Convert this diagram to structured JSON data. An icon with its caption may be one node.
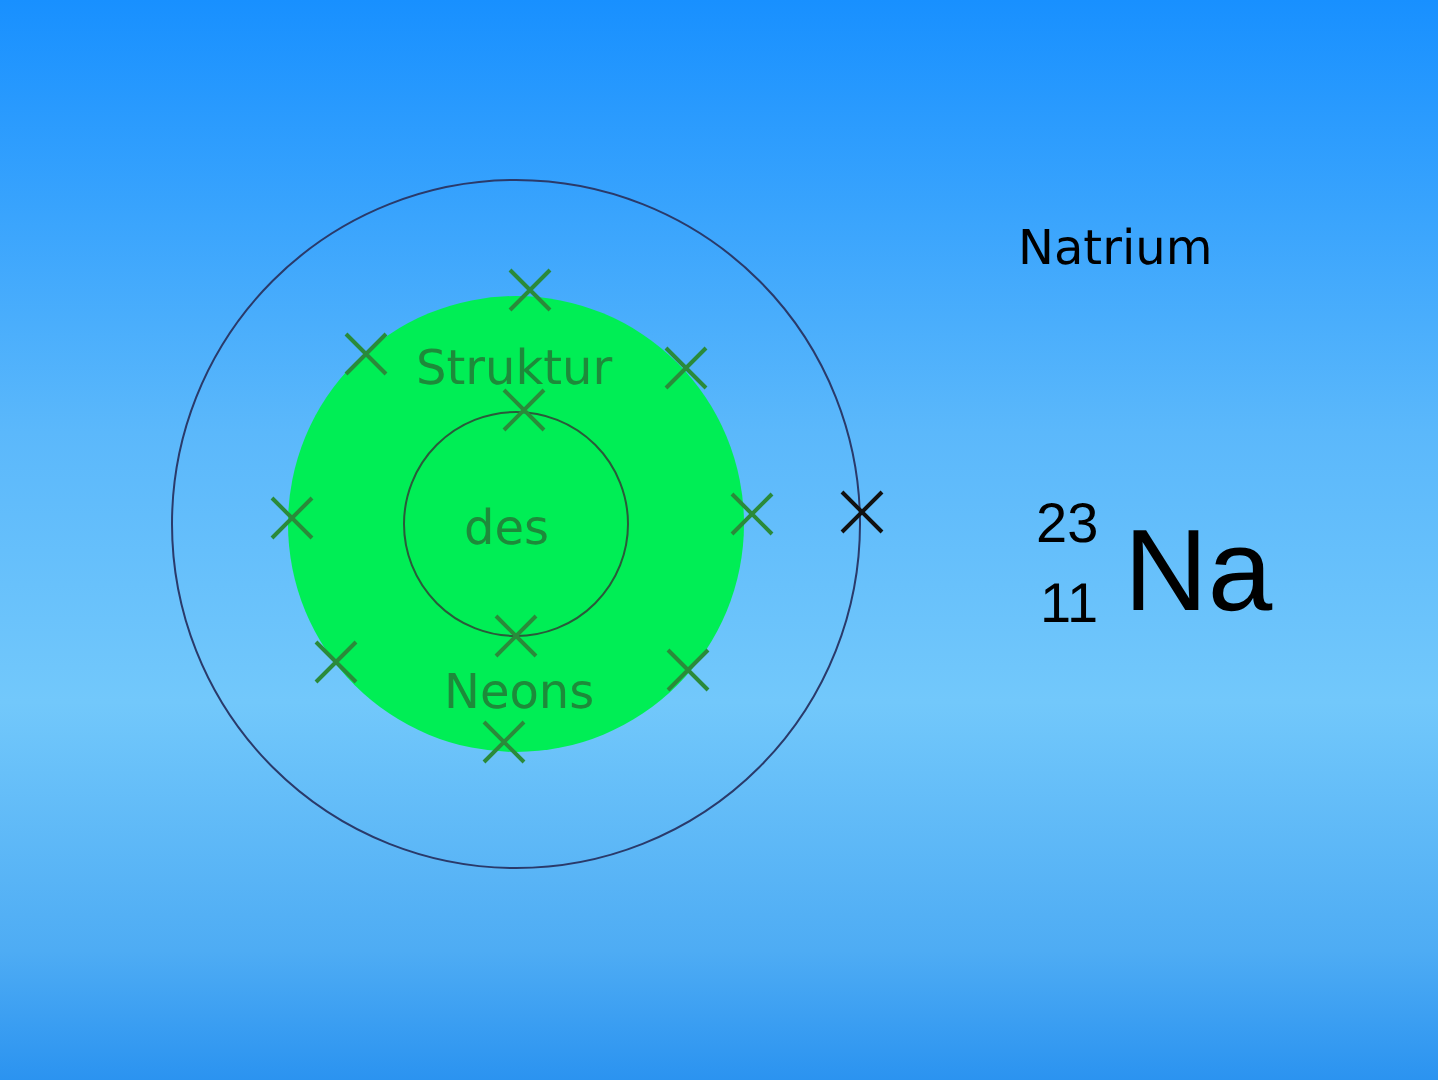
{
  "diagram": {
    "labels": [
      "Natrium",
      "Struktur",
      "des",
      "Neons",
      "23",
      "11",
      "Na"
    ]
  }
}
